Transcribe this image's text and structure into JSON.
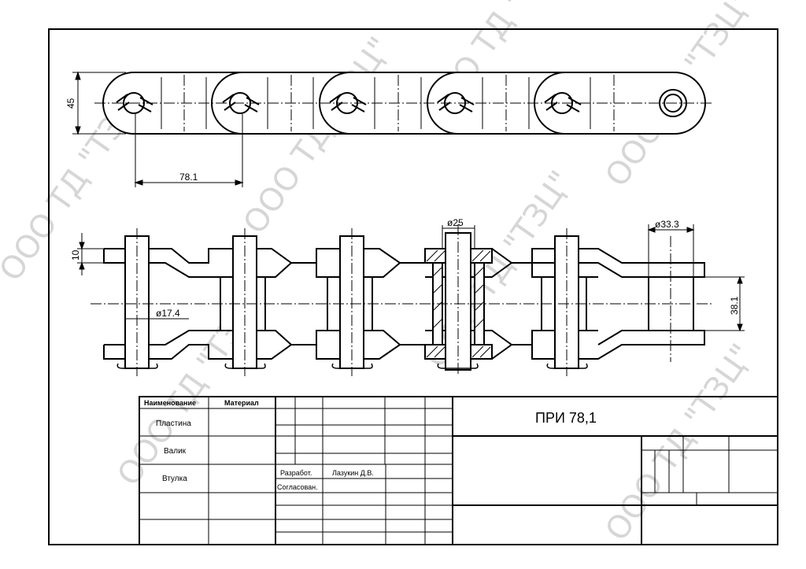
{
  "watermark": "ООО ТД \"ТЗЦ\"",
  "dimensions": {
    "plate_height": "45",
    "pitch": "78.1",
    "plate_thickness": "10",
    "pin_diameter": "ø17.4",
    "bushing_diameter": "ø25",
    "roller_diameter": "ø33.3",
    "inner_width": "38.1"
  },
  "title_block": {
    "col_name": "Наименование",
    "col_material": "Материал",
    "rows": [
      "Пластина",
      "Валик",
      "Втулка"
    ],
    "developed_label": "Разработ.",
    "developed_by": "Лазукин Д.В.",
    "approved_label": "Согласован.",
    "drawing_title": "ПРИ 78,1"
  }
}
